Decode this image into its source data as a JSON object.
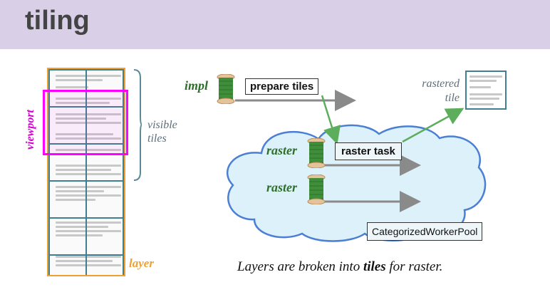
{
  "title": "tiling",
  "labels": {
    "viewport": "viewport",
    "visible_tiles": "visible tiles",
    "layer": "layer",
    "impl": "impl",
    "prepare_tiles": "prepare tiles",
    "rastered_tile": "rastered tile",
    "raster_1": "raster",
    "raster_task": "raster task",
    "raster_2": "raster",
    "worker_pool": "CategorizedWorkerPool"
  },
  "caption": {
    "prefix": "Layers are broken into ",
    "emphasis": "tiles",
    "suffix": " for raster."
  },
  "colors": {
    "title_bar": "#d9d0e8",
    "viewport": "#ff00ff",
    "layer": "#f0a030",
    "tile_grid": "#3f7f8f",
    "cloud_fill": "#ddf1fb",
    "cloud_stroke": "#4a7fd4",
    "arrow_green": "#5cae5c",
    "arrow_gray": "#8a8a8a"
  }
}
